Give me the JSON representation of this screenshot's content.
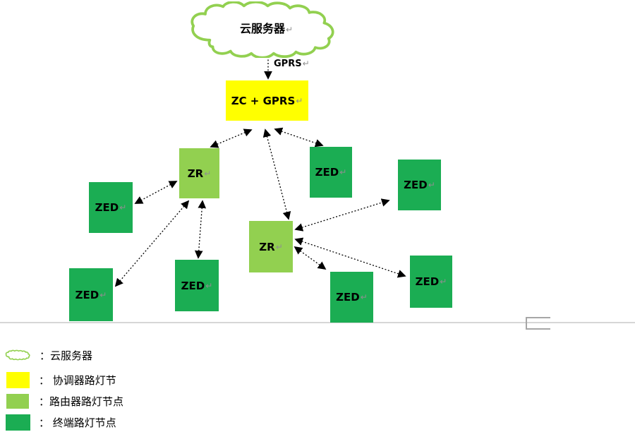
{
  "title": "ZigBee street-lamp network topology diagram",
  "symbols": {
    "return_mark": "↵"
  },
  "colors": {
    "cloud_outline": "#92D050",
    "coordinator_fill": "#FFFF00",
    "router_fill": "#92D050",
    "end_device_fill": "#1BAD53",
    "arrow": "#000000",
    "separator": "#D6D6D6"
  },
  "nodes": {
    "cloud": {
      "label": "云服务器"
    },
    "gprs_link": {
      "label": "GPRS"
    },
    "zc": {
      "label": "ZC + GPRS"
    },
    "zr1": {
      "label": "ZR"
    },
    "zr2": {
      "label": "ZR"
    },
    "zed_left": {
      "label": "ZED"
    },
    "zed_top": {
      "label": "ZED"
    },
    "zed_right": {
      "label": "ZED"
    },
    "zed_bottom_left": {
      "label": "ZED"
    },
    "zed_bottom_mid": {
      "label": "ZED"
    },
    "zed_bottom_center": {
      "label": "ZED"
    },
    "zed_bottom_right": {
      "label": "ZED"
    }
  },
  "edges": [
    {
      "from": "cloud",
      "to": "zc",
      "style": "dotted",
      "bidirectional": true,
      "label": "GPRS"
    },
    {
      "from": "zc",
      "to": "zr1",
      "style": "dotted",
      "bidirectional": true
    },
    {
      "from": "zc",
      "to": "zr2",
      "style": "dotted",
      "bidirectional": true
    },
    {
      "from": "zc",
      "to": "zed_top",
      "style": "dotted",
      "bidirectional": true
    },
    {
      "from": "zr1",
      "to": "zed_left",
      "style": "dotted",
      "bidirectional": true
    },
    {
      "from": "zr1",
      "to": "zed_bottom_left",
      "style": "dotted",
      "bidirectional": true
    },
    {
      "from": "zr1",
      "to": "zed_bottom_mid",
      "style": "dotted",
      "bidirectional": true
    },
    {
      "from": "zr2",
      "to": "zed_right",
      "style": "dotted",
      "bidirectional": true
    },
    {
      "from": "zr2",
      "to": "zed_bottom_right",
      "style": "dotted",
      "bidirectional": true
    },
    {
      "from": "zr2",
      "to": "zed_bottom_center",
      "style": "dotted",
      "bidirectional": true
    }
  ],
  "legend": {
    "items": [
      {
        "swatch": "cloud",
        "label": "：云服务器"
      },
      {
        "swatch": "coordinator",
        "label": "： 协调器路灯节"
      },
      {
        "swatch": "router",
        "label": "：路由器路灯节点"
      },
      {
        "swatch": "end_device",
        "label": "： 终端路灯节点"
      }
    ]
  }
}
